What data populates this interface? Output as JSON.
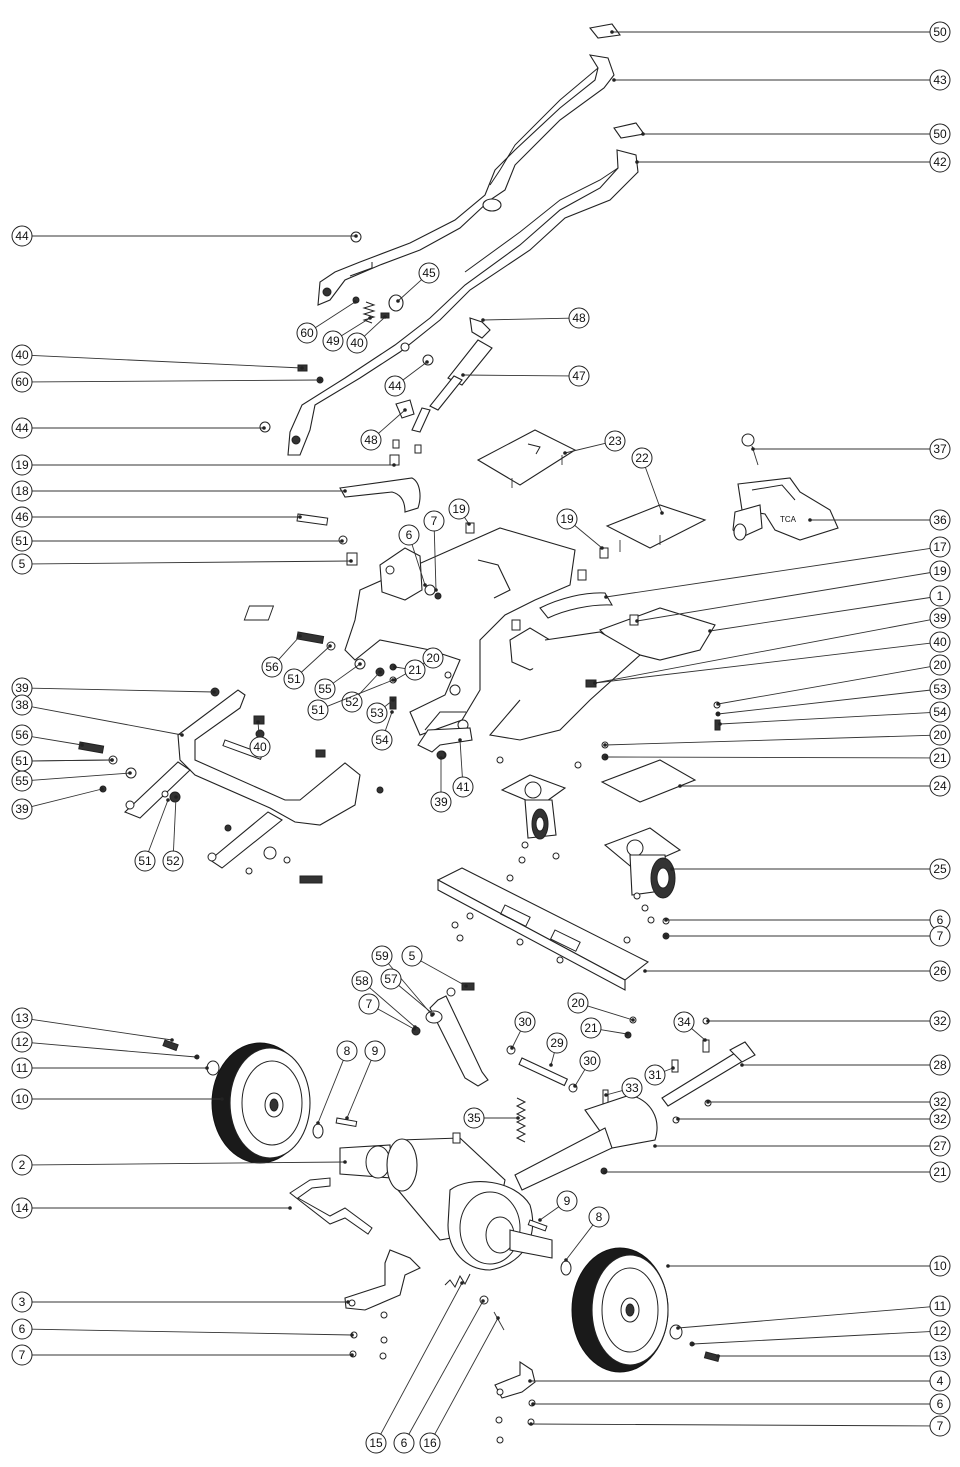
{
  "diagram": {
    "callouts": [
      {
        "id": "c50a",
        "label": "50"
      },
      {
        "id": "c43",
        "label": "43"
      },
      {
        "id": "c50b",
        "label": "50"
      },
      {
        "id": "c42",
        "label": "42"
      },
      {
        "id": "c44a",
        "label": "44"
      },
      {
        "id": "c45",
        "label": "45"
      },
      {
        "id": "c60a",
        "label": "60"
      },
      {
        "id": "c49",
        "label": "49"
      },
      {
        "id": "c40a",
        "label": "40"
      },
      {
        "id": "c48a",
        "label": "48"
      },
      {
        "id": "c40b",
        "label": "40"
      },
      {
        "id": "c60b",
        "label": "60"
      },
      {
        "id": "c44b",
        "label": "44"
      },
      {
        "id": "c47",
        "label": "47"
      },
      {
        "id": "c44c",
        "label": "44"
      },
      {
        "id": "c48b",
        "label": "48"
      },
      {
        "id": "c37",
        "label": "37"
      },
      {
        "id": "c23",
        "label": "23"
      },
      {
        "id": "c22",
        "label": "22"
      },
      {
        "id": "c19a",
        "label": "19"
      },
      {
        "id": "c18",
        "label": "18"
      },
      {
        "id": "c46",
        "label": "46"
      },
      {
        "id": "c19b",
        "label": "19"
      },
      {
        "id": "c19c",
        "label": "19"
      },
      {
        "id": "c36",
        "label": "36"
      },
      {
        "id": "c51a",
        "label": "51"
      },
      {
        "id": "c7a",
        "label": "7"
      },
      {
        "id": "c6a",
        "label": "6"
      },
      {
        "id": "c5a",
        "label": "5"
      },
      {
        "id": "c17",
        "label": "17"
      },
      {
        "id": "c19d",
        "label": "19"
      },
      {
        "id": "c1",
        "label": "1"
      },
      {
        "id": "c39a",
        "label": "39"
      },
      {
        "id": "c40c",
        "label": "40"
      },
      {
        "id": "c56a",
        "label": "56"
      },
      {
        "id": "c20a",
        "label": "20"
      },
      {
        "id": "c51b",
        "label": "51"
      },
      {
        "id": "c21a",
        "label": "21"
      },
      {
        "id": "c55a",
        "label": "55"
      },
      {
        "id": "c20b",
        "label": "20"
      },
      {
        "id": "c39b",
        "label": "39"
      },
      {
        "id": "c52a",
        "label": "52"
      },
      {
        "id": "c53a",
        "label": "53"
      },
      {
        "id": "c38",
        "label": "38"
      },
      {
        "id": "c51c",
        "label": "51"
      },
      {
        "id": "c53b",
        "label": "53"
      },
      {
        "id": "c54a",
        "label": "54"
      },
      {
        "id": "c20c",
        "label": "20"
      },
      {
        "id": "c40d",
        "label": "40"
      },
      {
        "id": "c54b",
        "label": "54"
      },
      {
        "id": "c56b",
        "label": "56"
      },
      {
        "id": "c20d",
        "label": "20"
      },
      {
        "id": "c51d",
        "label": "51"
      },
      {
        "id": "c21b",
        "label": "21"
      },
      {
        "id": "c55b",
        "label": "55"
      },
      {
        "id": "c39c",
        "label": "39"
      },
      {
        "id": "c41",
        "label": "41"
      },
      {
        "id": "c24",
        "label": "24"
      },
      {
        "id": "c39d",
        "label": "39"
      },
      {
        "id": "c51e",
        "label": "51"
      },
      {
        "id": "c52b",
        "label": "52"
      },
      {
        "id": "c25",
        "label": "25"
      },
      {
        "id": "c6b",
        "label": "6"
      },
      {
        "id": "c7b",
        "label": "7"
      },
      {
        "id": "c59",
        "label": "59"
      },
      {
        "id": "c5b",
        "label": "5"
      },
      {
        "id": "c26",
        "label": "26"
      },
      {
        "id": "c57",
        "label": "57"
      },
      {
        "id": "c58",
        "label": "58"
      },
      {
        "id": "c20e",
        "label": "20"
      },
      {
        "id": "c13a",
        "label": "13"
      },
      {
        "id": "c7c",
        "label": "7"
      },
      {
        "id": "c30a",
        "label": "30"
      },
      {
        "id": "c21c",
        "label": "21"
      },
      {
        "id": "c34",
        "label": "34"
      },
      {
        "id": "c32a",
        "label": "32"
      },
      {
        "id": "c12a",
        "label": "12"
      },
      {
        "id": "c8a",
        "label": "8"
      },
      {
        "id": "c9a",
        "label": "9"
      },
      {
        "id": "c29",
        "label": "29"
      },
      {
        "id": "c28",
        "label": "28"
      },
      {
        "id": "c11a",
        "label": "11"
      },
      {
        "id": "c30b",
        "label": "30"
      },
      {
        "id": "c31",
        "label": "31"
      },
      {
        "id": "c33",
        "label": "33"
      },
      {
        "id": "c10a",
        "label": "10"
      },
      {
        "id": "c32b",
        "label": "32"
      },
      {
        "id": "c35",
        "label": "35"
      },
      {
        "id": "c32c",
        "label": "32"
      },
      {
        "id": "c27",
        "label": "27"
      },
      {
        "id": "c2",
        "label": "2"
      },
      {
        "id": "c21d",
        "label": "21"
      },
      {
        "id": "c14",
        "label": "14"
      },
      {
        "id": "c9b",
        "label": "9"
      },
      {
        "id": "c8b",
        "label": "8"
      },
      {
        "id": "c10b",
        "label": "10"
      },
      {
        "id": "c3",
        "label": "3"
      },
      {
        "id": "c11b",
        "label": "11"
      },
      {
        "id": "c6c",
        "label": "6"
      },
      {
        "id": "c12b",
        "label": "12"
      },
      {
        "id": "c7d",
        "label": "7"
      },
      {
        "id": "c13b",
        "label": "13"
      },
      {
        "id": "c4",
        "label": "4"
      },
      {
        "id": "c6d",
        "label": "6"
      },
      {
        "id": "c7e",
        "label": "7"
      },
      {
        "id": "c15",
        "label": "15"
      },
      {
        "id": "c6e",
        "label": "6"
      },
      {
        "id": "c16",
        "label": "16"
      }
    ]
  }
}
